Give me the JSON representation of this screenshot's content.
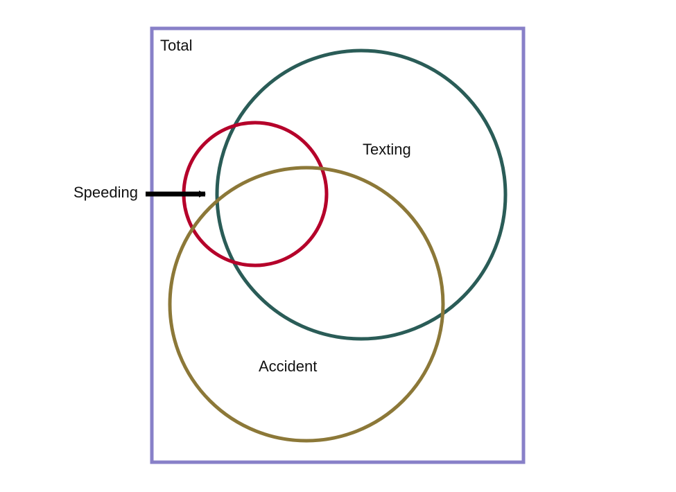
{
  "diagram": {
    "type": "venn",
    "universe_label": "Total",
    "sets": {
      "speeding": {
        "label": "Speeding"
      },
      "texting": {
        "label": "Texting"
      },
      "accident": {
        "label": "Accident"
      }
    },
    "colors": {
      "universe_border": "#8880c8",
      "speeding": "#b5002a",
      "texting": "#2a5c57",
      "accident": "#8c7838",
      "arrow": "#000000",
      "text": "#111111"
    }
  }
}
